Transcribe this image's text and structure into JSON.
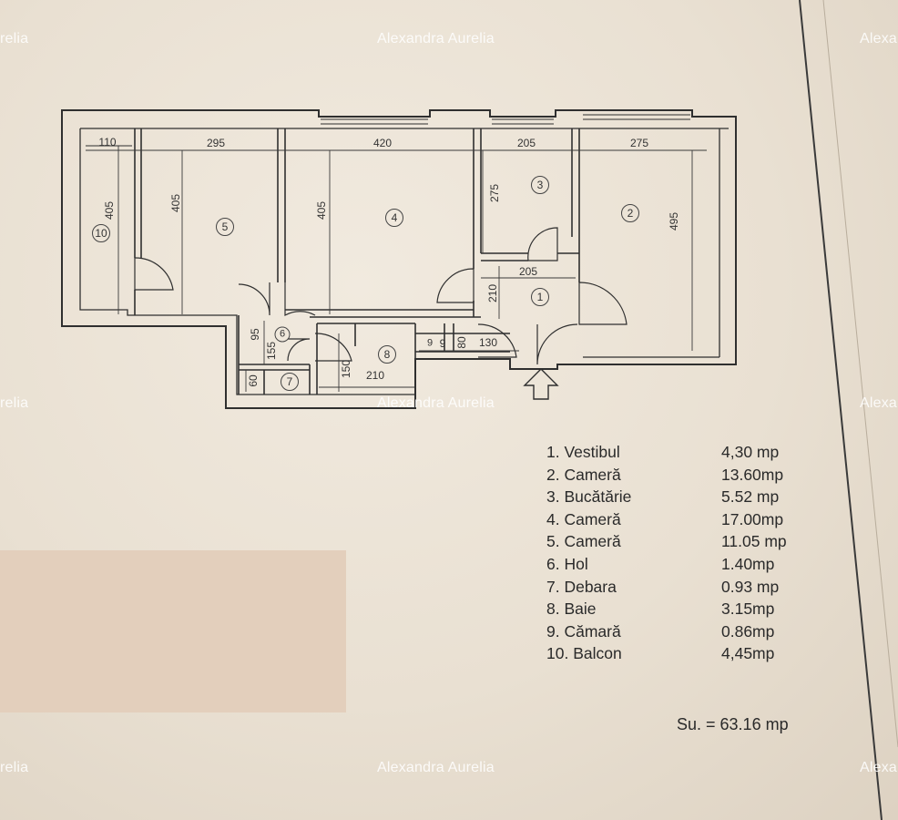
{
  "watermark": {
    "text": "Alexandra Aurelia",
    "cropped_left": "relia",
    "cropped_right": "Alexa"
  },
  "floor_plan": {
    "room_numbers": [
      "1",
      "2",
      "3",
      "4",
      "5",
      "6",
      "7",
      "8",
      "9",
      "10"
    ],
    "dimensions": {
      "d110": "110",
      "d295": "295",
      "d420": "420",
      "d205a": "205",
      "d275a": "275",
      "d405a": "405",
      "d405b": "405",
      "d405c": "405",
      "d275v": "275",
      "d495": "495",
      "d205b": "205",
      "d210v": "210",
      "d95": "95",
      "d155": "155",
      "d60": "60",
      "d150": "150",
      "d210h": "210",
      "d9": "9",
      "d80": "80",
      "d130": "130"
    }
  },
  "legend": {
    "rooms": [
      {
        "name": "1. Vestibul",
        "area": "4,30 mp"
      },
      {
        "name": "2. Cameră",
        "area": "13.60mp"
      },
      {
        "name": "3. Bucătărie",
        "area": "5.52 mp"
      },
      {
        "name": "4. Cameră",
        "area": "17.00mp"
      },
      {
        "name": "5. Cameră",
        "area": "11.05 mp"
      },
      {
        "name": "6. Hol",
        "area": "1.40mp"
      },
      {
        "name": "7. Debara",
        "area": "0.93 mp"
      },
      {
        "name": "8. Baie",
        "area": "3.15mp"
      },
      {
        "name": "9. Cămară",
        "area": "0.86mp"
      },
      {
        "name": "10. Balcon",
        "area": "4,45mp"
      }
    ],
    "total": "Su. = 63.16 mp"
  },
  "colors": {
    "paper": "#ece4d7",
    "ink": "#333333",
    "watermark": "#ffffff",
    "redaction": "#e3cfbc"
  }
}
